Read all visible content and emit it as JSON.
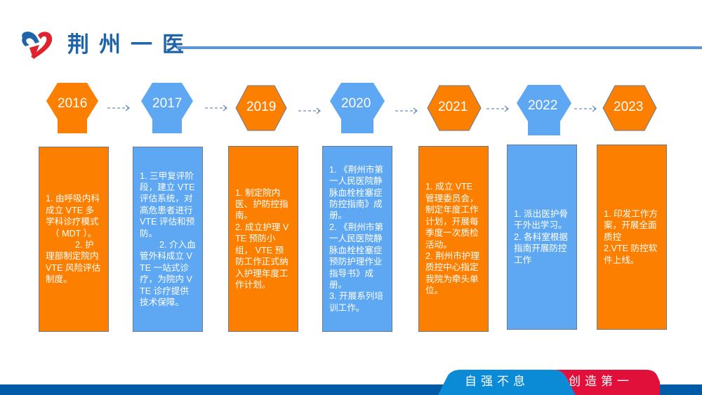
{
  "header": {
    "brand": "荆州一医",
    "logo_icon": "heart-ribbon-logo"
  },
  "colors": {
    "orange": "#fd7f00",
    "blue": "#5ea7f3",
    "navy": "#005ba6",
    "red": "#e0103a",
    "line": "#5b95d4"
  },
  "timeline": [
    {
      "year": "2016",
      "color": "orange",
      "shape": "house",
      "text": "1. 由呼吸内科成立 VTE 多学科诊疗模式\n  （ MDT ）。\n            2. 护理部制定院内 VTE 风险评估制度。"
    },
    {
      "year": "2017",
      "color": "blue",
      "shape": "house",
      "text": "1. 三甲复评阶段，建立 VTE 评估系统，对高危患者进行 VTE 评估和预防。\n        2. 介入血管外科成立 VTE 一站式诊疗，为院内 VTE 诊疗提供技术保障。"
    },
    {
      "year": "2019",
      "color": "orange",
      "shape": "hexagon",
      "text": "1. 制定院内医、护防控指南。\n2. 成立护理 VTE 预防小组， VTE 预防工作正式纳入护理年度工作计划。"
    },
    {
      "year": "2020",
      "color": "blue",
      "shape": "house",
      "text": "1. 《荆州市第一人民医院静脉血栓栓塞症防控指南》成册。\n2. 《荆州市第一人民医院静脉血栓栓塞症预防护理作业指导书》成册。\n3. 开展系列培训工作。"
    },
    {
      "year": "2021",
      "color": "orange",
      "shape": "hexagon",
      "text": "1. 成立 VTE 管理委员会，制定年度工作计划，开展每季度一次质检活动。\n2. 荆州市护理质控中心指定我院为牵头单位。"
    },
    {
      "year": "2022",
      "color": "blue",
      "shape": "house",
      "text": "1. 派出医护骨干外出学习。\n2. 各科室根据指南开展防控工作"
    },
    {
      "year": "2023",
      "color": "orange",
      "shape": "hexagon",
      "text": "1. 印发工作方案，开展全面质控\n2.VTE 防控软件上线。"
    }
  ],
  "footer": {
    "slogan_left": "自强不息",
    "slogan_right": "创造第一"
  }
}
